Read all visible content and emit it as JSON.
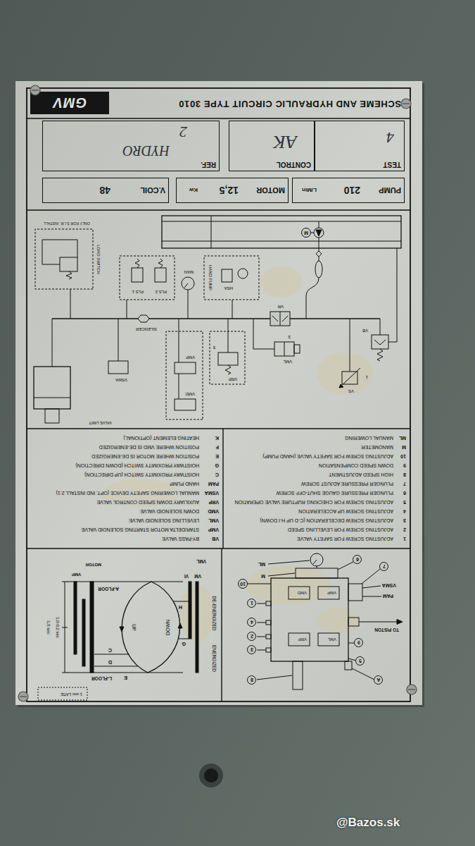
{
  "diagram": {
    "title": "SCHEME AND HYDRAULIC CIRCUIT TYPE 3010",
    "nodes": [
      {
        "text": [
          "GMV"
        ]
      },
      {
        "text": [
          "TEST",
          "4"
        ]
      },
      {
        "text": [
          "CONTROL",
          "AK"
        ]
      },
      {
        "text": [
          "REF.",
          "HYDRO",
          "2"
        ]
      },
      {
        "text": [
          "PUMP",
          "210",
          "L/Min"
        ]
      },
      {
        "text": [
          "MOTOR",
          "12,5",
          "Kw"
        ]
      },
      {
        "text": [
          "V.COIL",
          "48"
        ]
      }
    ],
    "labels": [
      "ML",
      "M",
      "10",
      "1",
      "4",
      "2",
      "3",
      "8",
      "6",
      "7",
      "9",
      "5",
      "A",
      "VSMA",
      "PAM",
      "TO PISTON",
      "VMP",
      "VMD",
      "VML",
      "VRP",
      "VML",
      "VM",
      "VI",
      "DE-ENERGIZED",
      "ENERGIZED",
      "UP",
      "DOWN",
      "H",
      "G",
      "C",
      "D",
      "E",
      "A-FLOOR",
      "L-FLOOR",
      "MOTOR",
      "VMP",
      "1,0-0,2 sec",
      "1,5 sec",
      "1 sec LATE",
      "1",
      "ADJUSTING SCREW FOR SAFETY VALVE",
      "2",
      "ADJUSTING SCREW FOR LEVELLING SPEED",
      "3",
      "ADJUSTING SCREW DECELERATION (C-D UP H-I DOWN)",
      "4",
      "ADJUSTING SCREW UP ACCELERATION",
      "5",
      "ADJUSTING SCREW FOR CHECKING RUPTURE VALVE OPERATION",
      "6",
      "PLUNGER PRESSURE GAUGE SHUT-OFF SCREW",
      "7",
      "PLUNGER PRESSURE ADJUST SCREW",
      "8",
      "HIGH SPEED ADJUSTMENT",
      "9",
      "DOWN SPEED COMPENSATION",
      "10",
      "ADJUSTING SCREW FOR SAFETY VALVE (HAND PUMP)",
      "M",
      "MANOMETER",
      "ML",
      "MANUAL LOWERING",
      "VB",
      "BY-PASS VALVE",
      "VMP",
      "STAR/DELTA MOTOR STARTING SOLENOID VALVE",
      "VML",
      "LEVELLING SOLENOID VALVE",
      "VMD",
      "DOWN SOLENOID VALVE",
      "VRP",
      "AUXILIARY DOWN SPEED CONTROL VALVE",
      "VSMA",
      "MANUAL LOWERING SAFETY DEVICE (OPT. IND INSTALL 2:1)",
      "PAM",
      "HAND PUMP",
      "C",
      "HOISTWAY PROXIMITY SWITCH (UP DIRECTION)",
      "G",
      "HOISTWAY PROXIMITY SWITCH (DOWN DIRECTION)",
      "E",
      "POSITION WHERE MOTOR IS DE-ENERGIZED",
      "F",
      "POSITION WHERE VMD IS DE-ENERGIZED",
      "K",
      "HEATING ELEMENT (OPTIONAL)",
      "M",
      "ONLY FOR S.I.R. INSTALL",
      "LOAD SWITCH",
      "PLS 2",
      "PLS 1",
      "MAN",
      "HSA",
      "HAND PUMP",
      "SILENCER",
      "VR",
      "VRP",
      "VMD",
      "VMP",
      "5",
      "VSMA",
      "VALVE LIMIT",
      "VB",
      "VS",
      "1",
      "VML",
      "3",
      "@Bazos.sk"
    ]
  }
}
